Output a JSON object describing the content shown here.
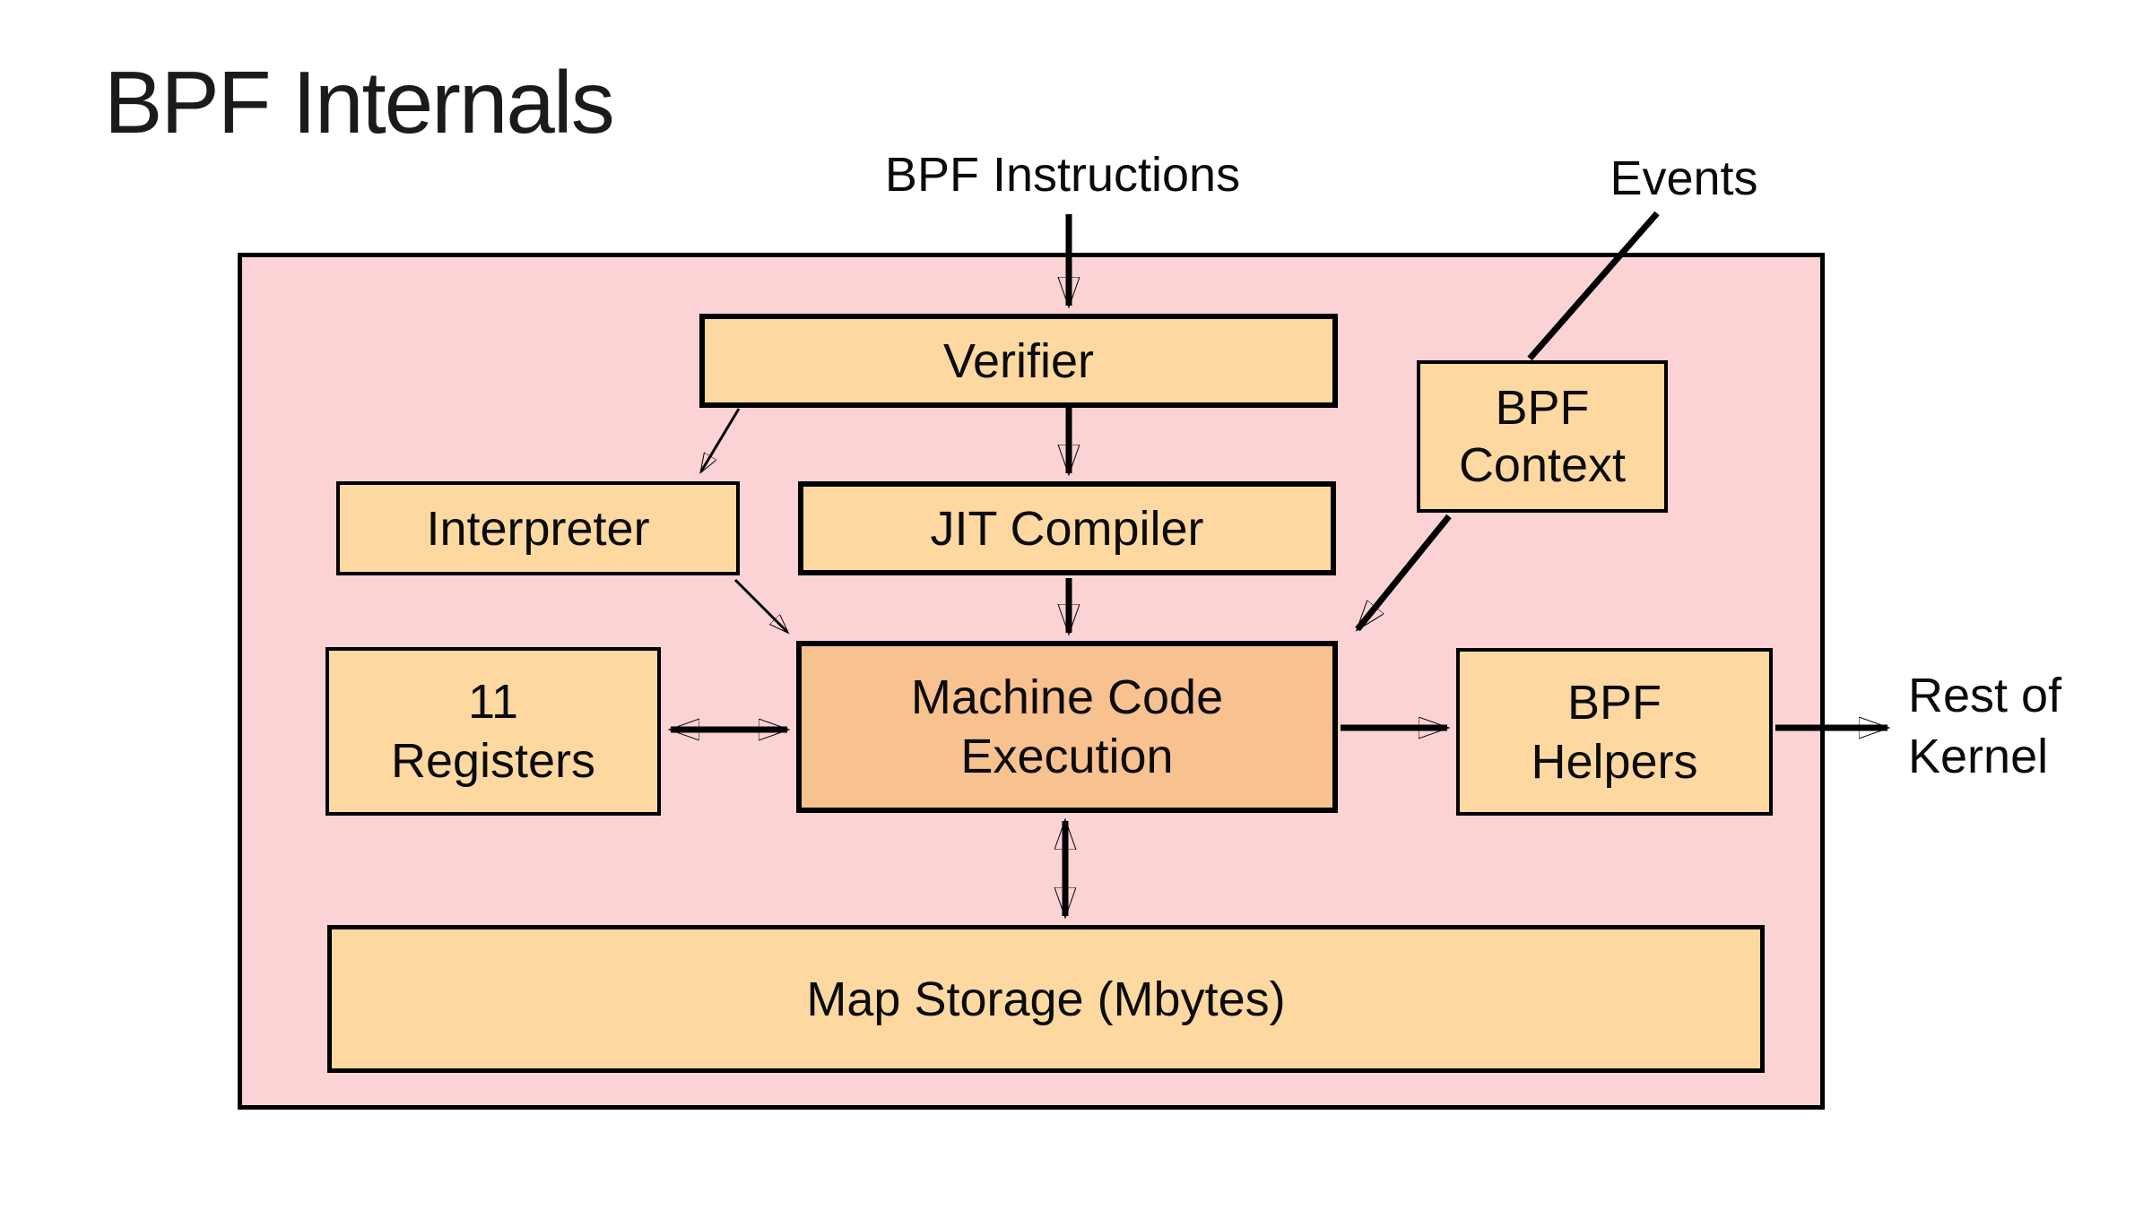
{
  "title": "BPF Internals",
  "labels": {
    "bpf_instructions": "BPF Instructions",
    "events": "Events",
    "rest_of_kernel": [
      "Rest of",
      "Kernel"
    ]
  },
  "nodes": {
    "verifier": {
      "label": "Verifier"
    },
    "interpreter": {
      "label": "Interpreter"
    },
    "jit_compiler": {
      "label": "JIT Compiler"
    },
    "bpf_context": {
      "lines": [
        "BPF",
        "Context"
      ]
    },
    "registers": {
      "lines": [
        "11",
        "Registers"
      ]
    },
    "machine_code_execution": {
      "lines": [
        "Machine Code",
        "Execution"
      ]
    },
    "bpf_helpers": {
      "lines": [
        "BPF",
        "Helpers"
      ]
    },
    "map_storage": {
      "label": "Map Storage (Mbytes)"
    }
  },
  "edges": [
    {
      "from": "bpf_instructions",
      "to": "verifier",
      "style": "thick",
      "head": "end"
    },
    {
      "from": "verifier",
      "to": "interpreter",
      "style": "thin",
      "head": "end"
    },
    {
      "from": "verifier",
      "to": "jit_compiler",
      "style": "thick",
      "head": "end"
    },
    {
      "from": "jit_compiler",
      "to": "machine_code_execution",
      "style": "thick",
      "head": "end"
    },
    {
      "from": "interpreter",
      "to": "machine_code_execution",
      "style": "thin",
      "head": "end"
    },
    {
      "from": "events",
      "to": "bpf_context",
      "style": "thick",
      "head": "none"
    },
    {
      "from": "bpf_context",
      "to": "machine_code_execution",
      "style": "thick",
      "head": "end"
    },
    {
      "from": "registers",
      "to": "machine_code_execution",
      "style": "thick",
      "head": "both"
    },
    {
      "from": "machine_code_execution",
      "to": "bpf_helpers",
      "style": "thick",
      "head": "end"
    },
    {
      "from": "bpf_helpers",
      "to": "rest_of_kernel",
      "style": "thick",
      "head": "end"
    },
    {
      "from": "machine_code_execution",
      "to": "map_storage",
      "style": "thick",
      "head": "both"
    }
  ],
  "colors": {
    "container_fill": "#FBD3D5",
    "node_fill": "#FDD9A1",
    "highlight_fill": "#F7C190",
    "stroke": "#000000",
    "background": "#FFFFFF"
  }
}
